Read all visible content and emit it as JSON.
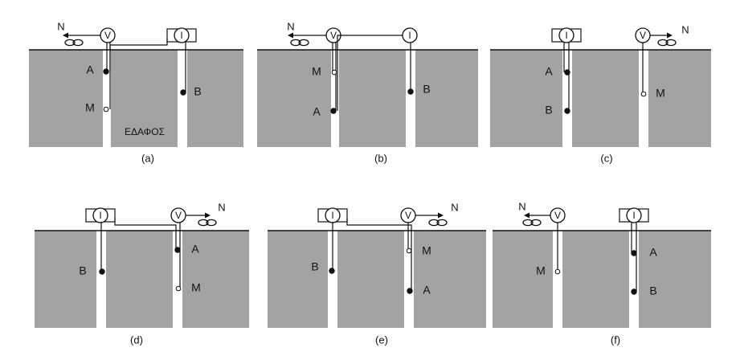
{
  "colors": {
    "ground": "#a3a3a3",
    "line": "#111111",
    "background": "#ffffff"
  },
  "ground_label": "ΕΔΑΦΟΣ",
  "panels": [
    {
      "id": "a",
      "caption": "(a)",
      "meters": [
        {
          "label": "V",
          "kind": "voltmeter"
        },
        {
          "label": "I",
          "kind": "ammeter"
        }
      ],
      "electrodes": [
        {
          "label": "A",
          "filled": true
        },
        {
          "label": "M",
          "filled": false
        },
        {
          "label": "B",
          "filled": true
        }
      ],
      "infinity": {
        "label": "N"
      }
    },
    {
      "id": "b",
      "caption": "(b)",
      "meters": [
        {
          "label": "V",
          "kind": "voltmeter"
        },
        {
          "label": "I",
          "kind": "ammeter"
        }
      ],
      "electrodes": [
        {
          "label": "M",
          "filled": false
        },
        {
          "label": "A",
          "filled": true
        },
        {
          "label": "B",
          "filled": true
        }
      ],
      "infinity": {
        "label": "N"
      }
    },
    {
      "id": "c",
      "caption": "(c)",
      "meters": [
        {
          "label": "I",
          "kind": "ammeter"
        },
        {
          "label": "V",
          "kind": "voltmeter"
        }
      ],
      "electrodes": [
        {
          "label": "A",
          "filled": true
        },
        {
          "label": "B",
          "filled": true
        },
        {
          "label": "M",
          "filled": false
        }
      ],
      "infinity": {
        "label": "N"
      }
    },
    {
      "id": "d",
      "caption": "(d)",
      "meters": [
        {
          "label": "I",
          "kind": "ammeter"
        },
        {
          "label": "V",
          "kind": "voltmeter"
        }
      ],
      "electrodes": [
        {
          "label": "B",
          "filled": true
        },
        {
          "label": "A",
          "filled": true
        },
        {
          "label": "M",
          "filled": false
        }
      ],
      "infinity": {
        "label": "N"
      }
    },
    {
      "id": "e",
      "caption": "(e)",
      "meters": [
        {
          "label": "I",
          "kind": "ammeter"
        },
        {
          "label": "V",
          "kind": "voltmeter"
        }
      ],
      "electrodes": [
        {
          "label": "B",
          "filled": true
        },
        {
          "label": "M",
          "filled": false
        },
        {
          "label": "A",
          "filled": true
        }
      ],
      "infinity": {
        "label": "N"
      }
    },
    {
      "id": "f",
      "caption": "(f)",
      "meters": [
        {
          "label": "V",
          "kind": "voltmeter"
        },
        {
          "label": "I",
          "kind": "ammeter"
        }
      ],
      "electrodes": [
        {
          "label": "M",
          "filled": false
        },
        {
          "label": "A",
          "filled": true
        },
        {
          "label": "B",
          "filled": true
        }
      ],
      "infinity": {
        "label": "N"
      }
    }
  ]
}
